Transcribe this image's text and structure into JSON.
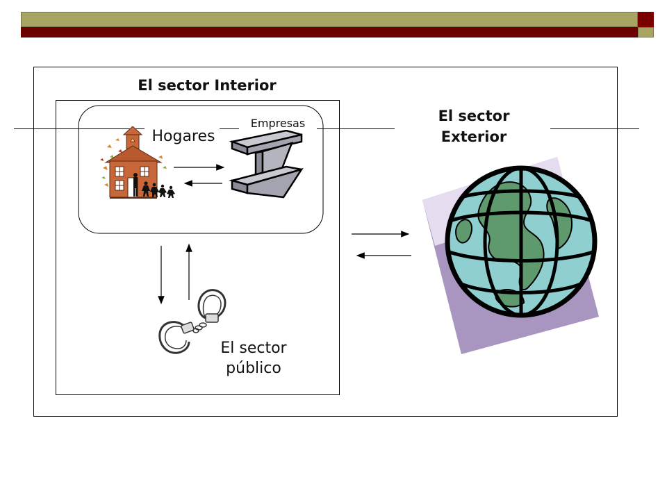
{
  "sector_interior": {
    "title": "El sector Interior"
  },
  "sector_exterior": {
    "title_line1": "El sector",
    "title_line2": "Exterior"
  },
  "nodes": {
    "hogares": "Hogares",
    "empresas": "Empresas",
    "publico_line1": "El sector",
    "publico_line2": "público"
  },
  "icons": {
    "hogares": "house-with-family-icon",
    "empresas": "steel-beam-icon",
    "publico": "handcuffs-icon",
    "exterior": "globe-icon"
  },
  "colors": {
    "title_bar_olive": "#a8a464",
    "title_bar_red": "#6b0000",
    "globe_ocean": "#8fcfd0",
    "globe_land": "#5f9a6e",
    "globe_backdrop": "#a896c0",
    "house": "#c8683a"
  }
}
